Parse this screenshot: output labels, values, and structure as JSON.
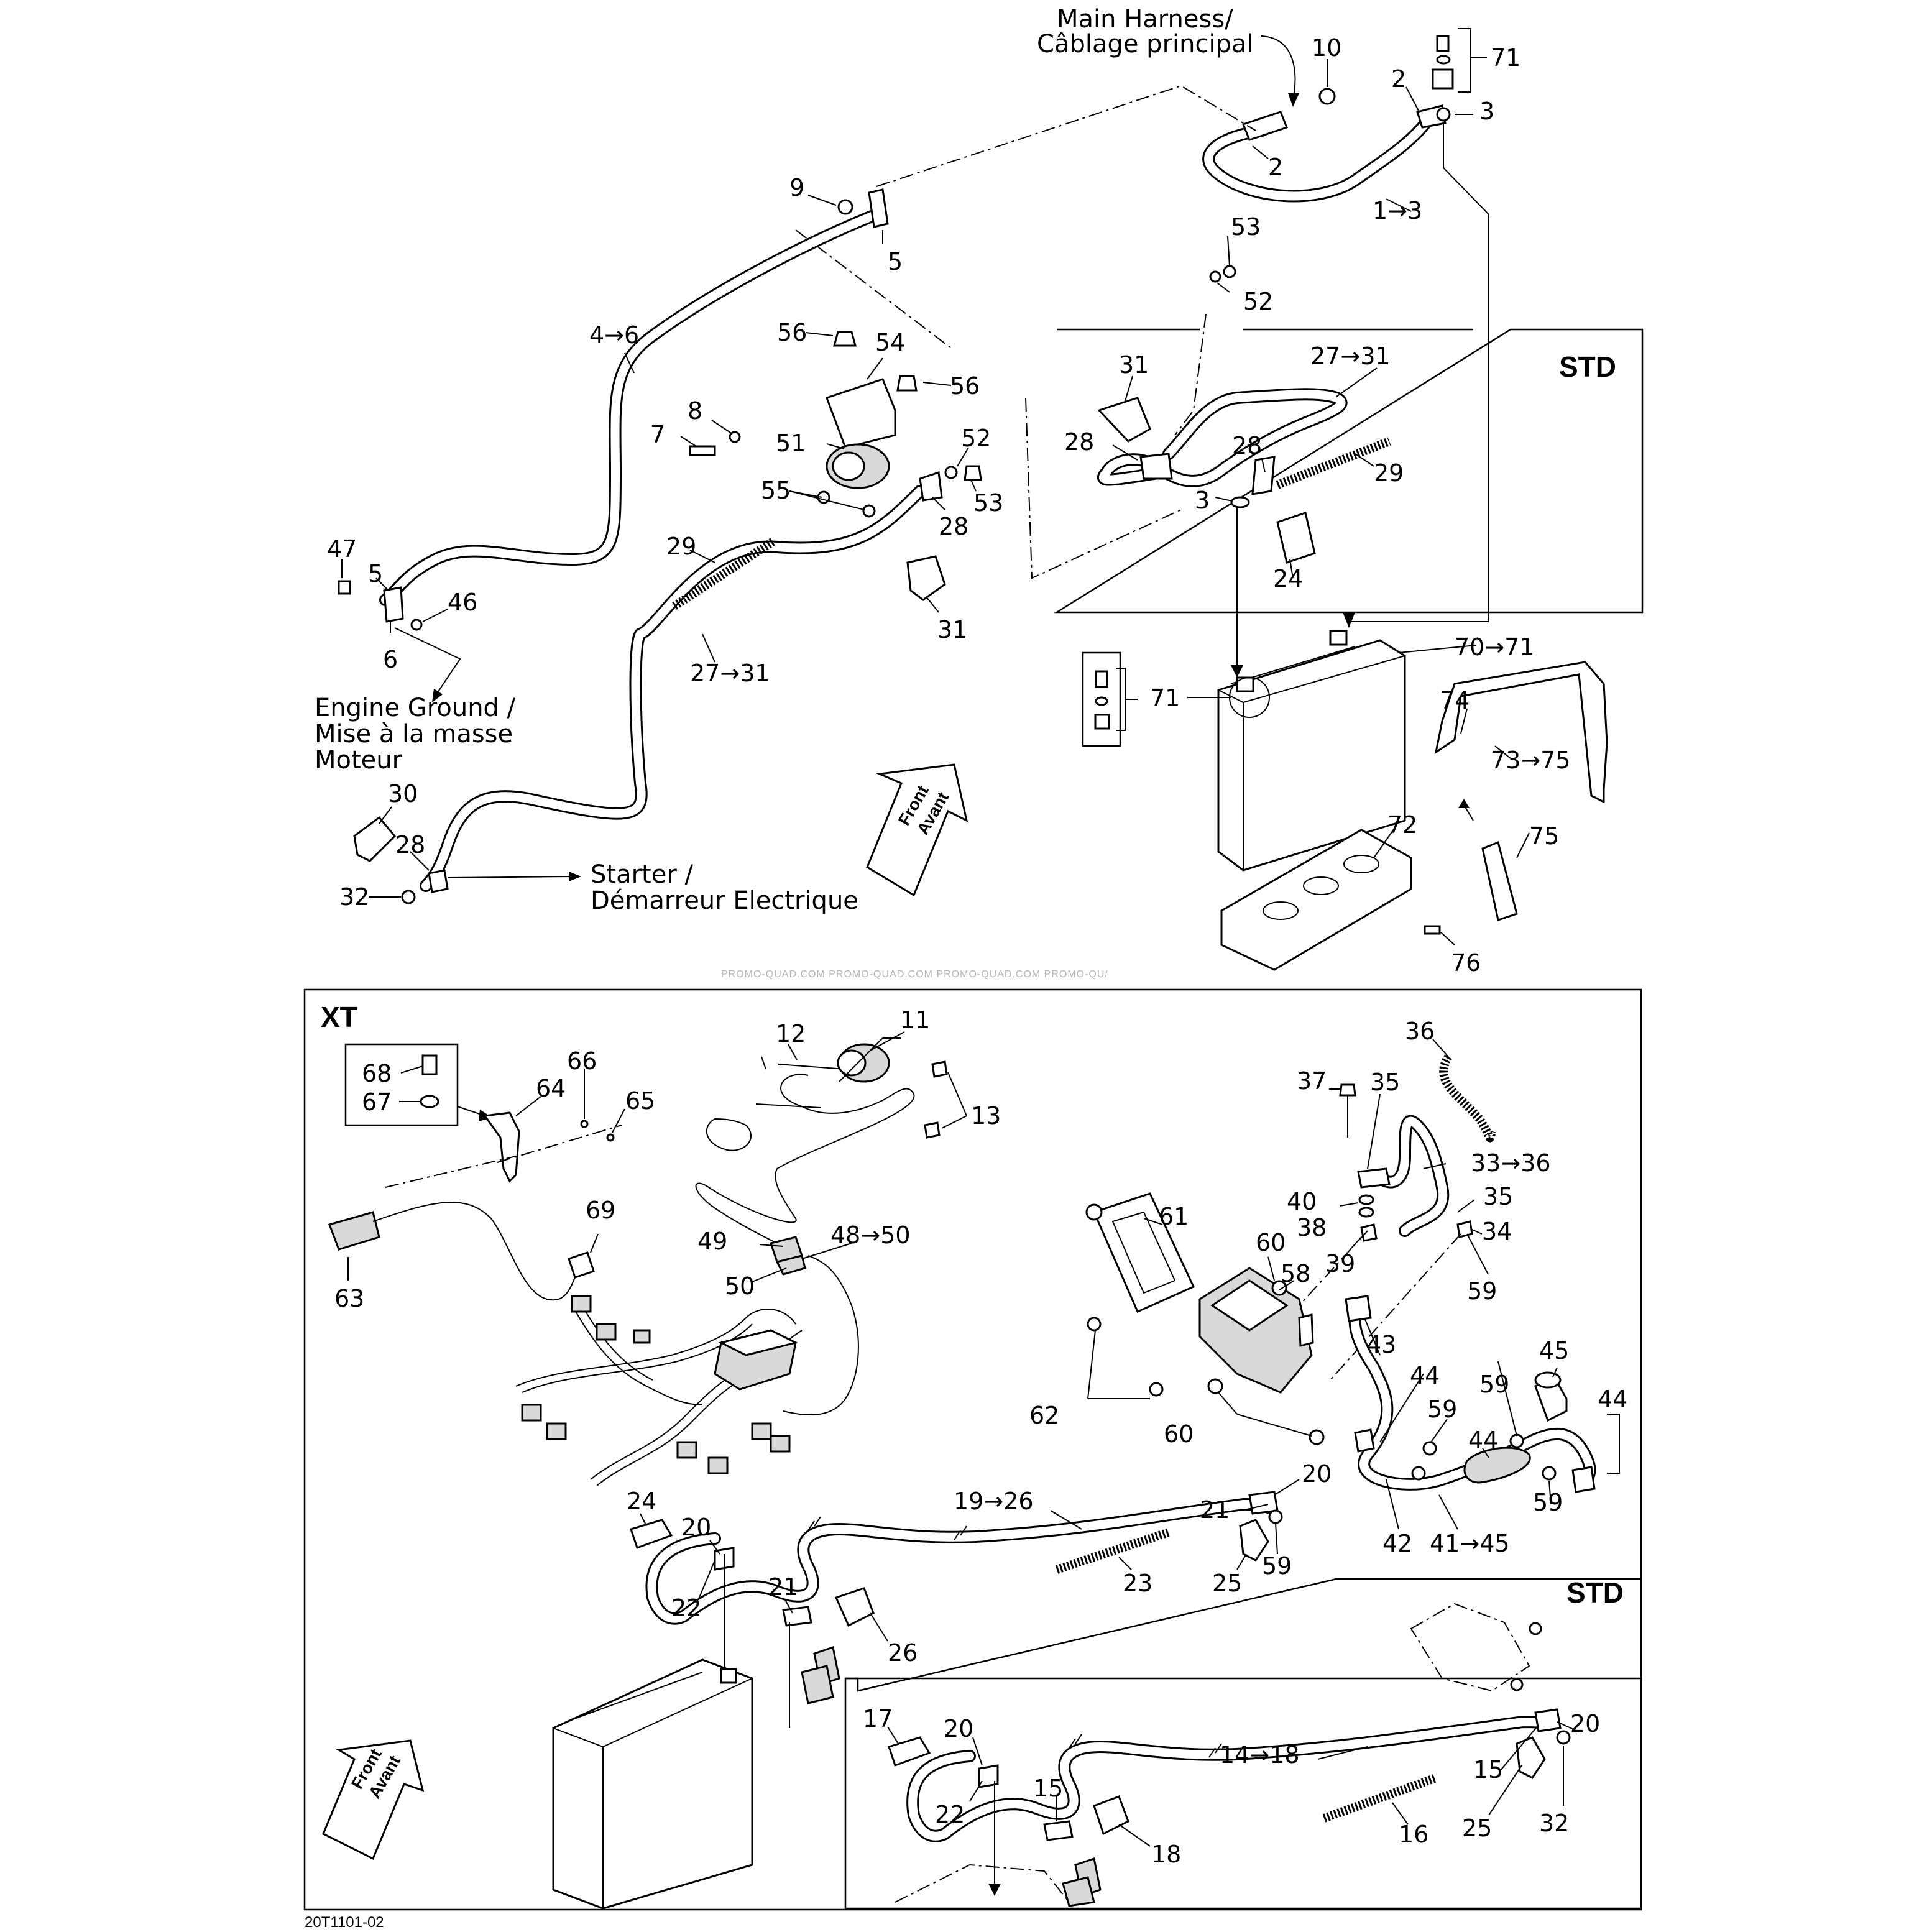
{
  "drawing_code": "20T1101-02",
  "watermark": "PROMO-QUAD.COM    PROMO-QUAD.COM    PROMO-QUAD.COM    PROMO-QU/",
  "sections": {
    "std_top": "STD",
    "xt": "XT",
    "std_bottom": "STD"
  },
  "notes": {
    "main_harness_1": "Main Harness/",
    "main_harness_2": "Câblage principal",
    "engine_ground_1": "Engine Ground /",
    "engine_ground_2": "Mise à la masse",
    "engine_ground_3": "Moteur",
    "starter_1": "Starter /",
    "starter_2": "Démarreur Electrique"
  },
  "front_tag": {
    "line1": "Front",
    "line2": "Avant"
  },
  "callouts": {
    "top": [
      "10",
      "71",
      "2",
      "3",
      "2",
      "1→3",
      "9",
      "5",
      "53",
      "52",
      "4→6",
      "56",
      "54",
      "56",
      "8",
      "7",
      "51",
      "52",
      "55",
      "53",
      "28",
      "29",
      "31",
      "47",
      "5",
      "46",
      "6",
      "27→31",
      "30",
      "28",
      "32"
    ],
    "std_box": [
      "31",
      "27→31",
      "28",
      "28",
      "29",
      "3",
      "24"
    ],
    "battery": [
      "70→71",
      "71",
      "74",
      "73→75",
      "72",
      "75",
      "76"
    ],
    "xt": [
      "11",
      "12",
      "13",
      "68",
      "67",
      "66",
      "64",
      "65",
      "69",
      "63",
      "48→50",
      "49",
      "50",
      "36",
      "37",
      "35",
      "33→36",
      "40",
      "35",
      "34",
      "38",
      "39",
      "59",
      "61",
      "60",
      "58",
      "43",
      "45",
      "44",
      "59",
      "44",
      "62",
      "60",
      "59",
      "44",
      "59",
      "20",
      "19→26",
      "21",
      "59",
      "42",
      "41→45",
      "25",
      "23",
      "24",
      "20",
      "22",
      "21",
      "26"
    ],
    "std_bottom": [
      "17",
      "20",
      "22",
      "15",
      "18",
      "14→18",
      "20",
      "15",
      "16",
      "25",
      "32"
    ]
  }
}
